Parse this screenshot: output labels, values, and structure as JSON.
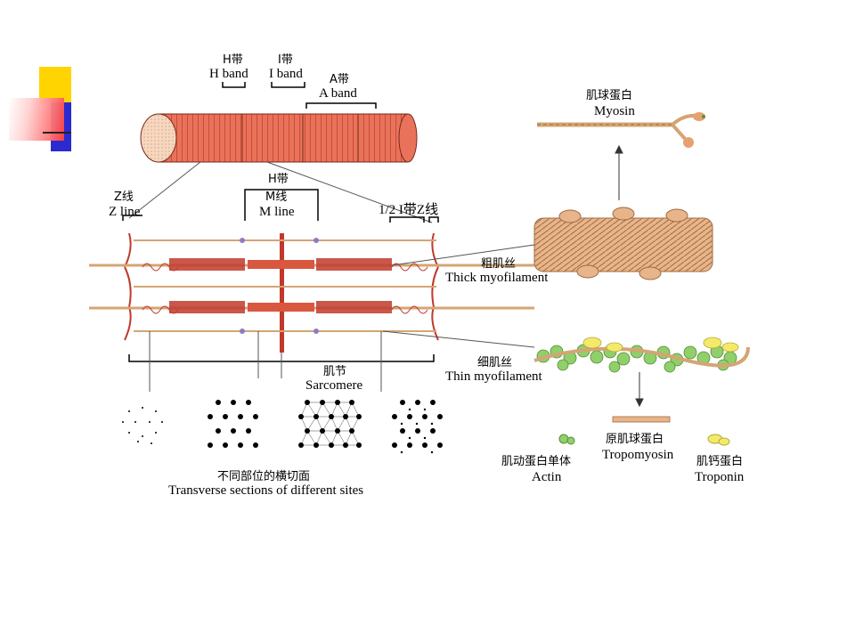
{
  "labels": {
    "h_band_zh": "H带",
    "h_band_en": "H band",
    "i_band_zh": "I带",
    "i_band_en": "I band",
    "a_band_zh": "A带",
    "a_band_en": "A band",
    "z_line_zh": "Z线",
    "z_line_en": "Z line",
    "h_band2_zh": "H带",
    "m_line_zh": "M线",
    "m_line_en": "M line",
    "half_i_band": "1/2 I带Z线",
    "myosin_zh": "肌球蛋白",
    "myosin_en": "Myosin",
    "thick_zh": "粗肌丝",
    "thick_en": "Thick myofilament",
    "thin_zh": "细肌丝",
    "thin_en": "Thin myofilament",
    "sarcomere_zh": "肌节",
    "sarcomere_en": "Sarcomere",
    "actin_zh": "肌动蛋白单体",
    "actin_en": "Actin",
    "tropomyosin_zh": "原肌球蛋白",
    "tropomyosin_en": "Tropomyosin",
    "troponin_zh": "肌钙蛋白",
    "troponin_en": "Troponin",
    "sections_zh": "不同部位的横切面",
    "sections_en": "Transverse sections of different sites"
  },
  "colors": {
    "fiber": "#e8735a",
    "fiber_dark": "#b8321f",
    "filament_tan": "#e8b48a",
    "actin_green": "#8fd06a",
    "troponin_yellow": "#f3ea6a",
    "deco_yellow": "#ffd400",
    "deco_blue": "#2a2ad0",
    "deco_red": "#ff4040"
  }
}
